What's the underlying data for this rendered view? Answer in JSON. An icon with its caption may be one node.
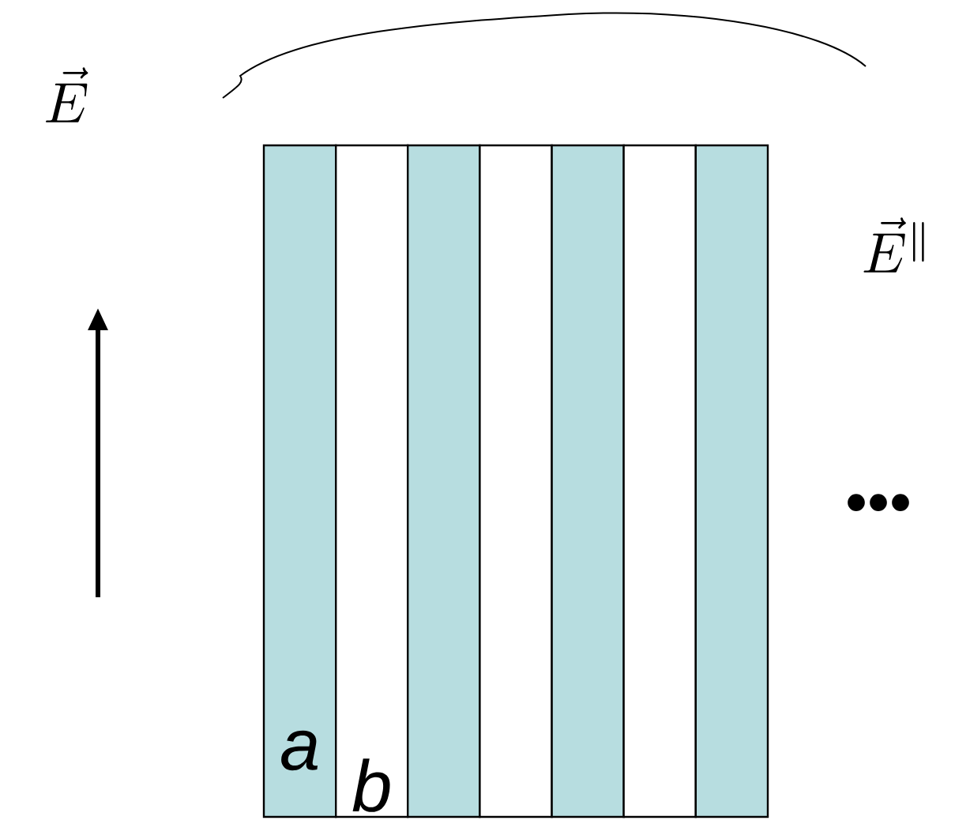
{
  "diagram": {
    "nodes": [
      {
        "text": [
          "a"
        ]
      },
      {
        "text": [
          "b"
        ]
      },
      {
        "text": [],
        "shape": "bar"
      },
      {
        "text": [],
        "shape": "bar"
      },
      {
        "text": [],
        "shape": "bar"
      },
      {
        "text": [],
        "shape": "bar"
      },
      {
        "text": [],
        "shape": "bar"
      }
    ],
    "labels": [
      "\\vec{E}",
      "\\vec{E}^{\\parallel}",
      "•••"
    ]
  }
}
